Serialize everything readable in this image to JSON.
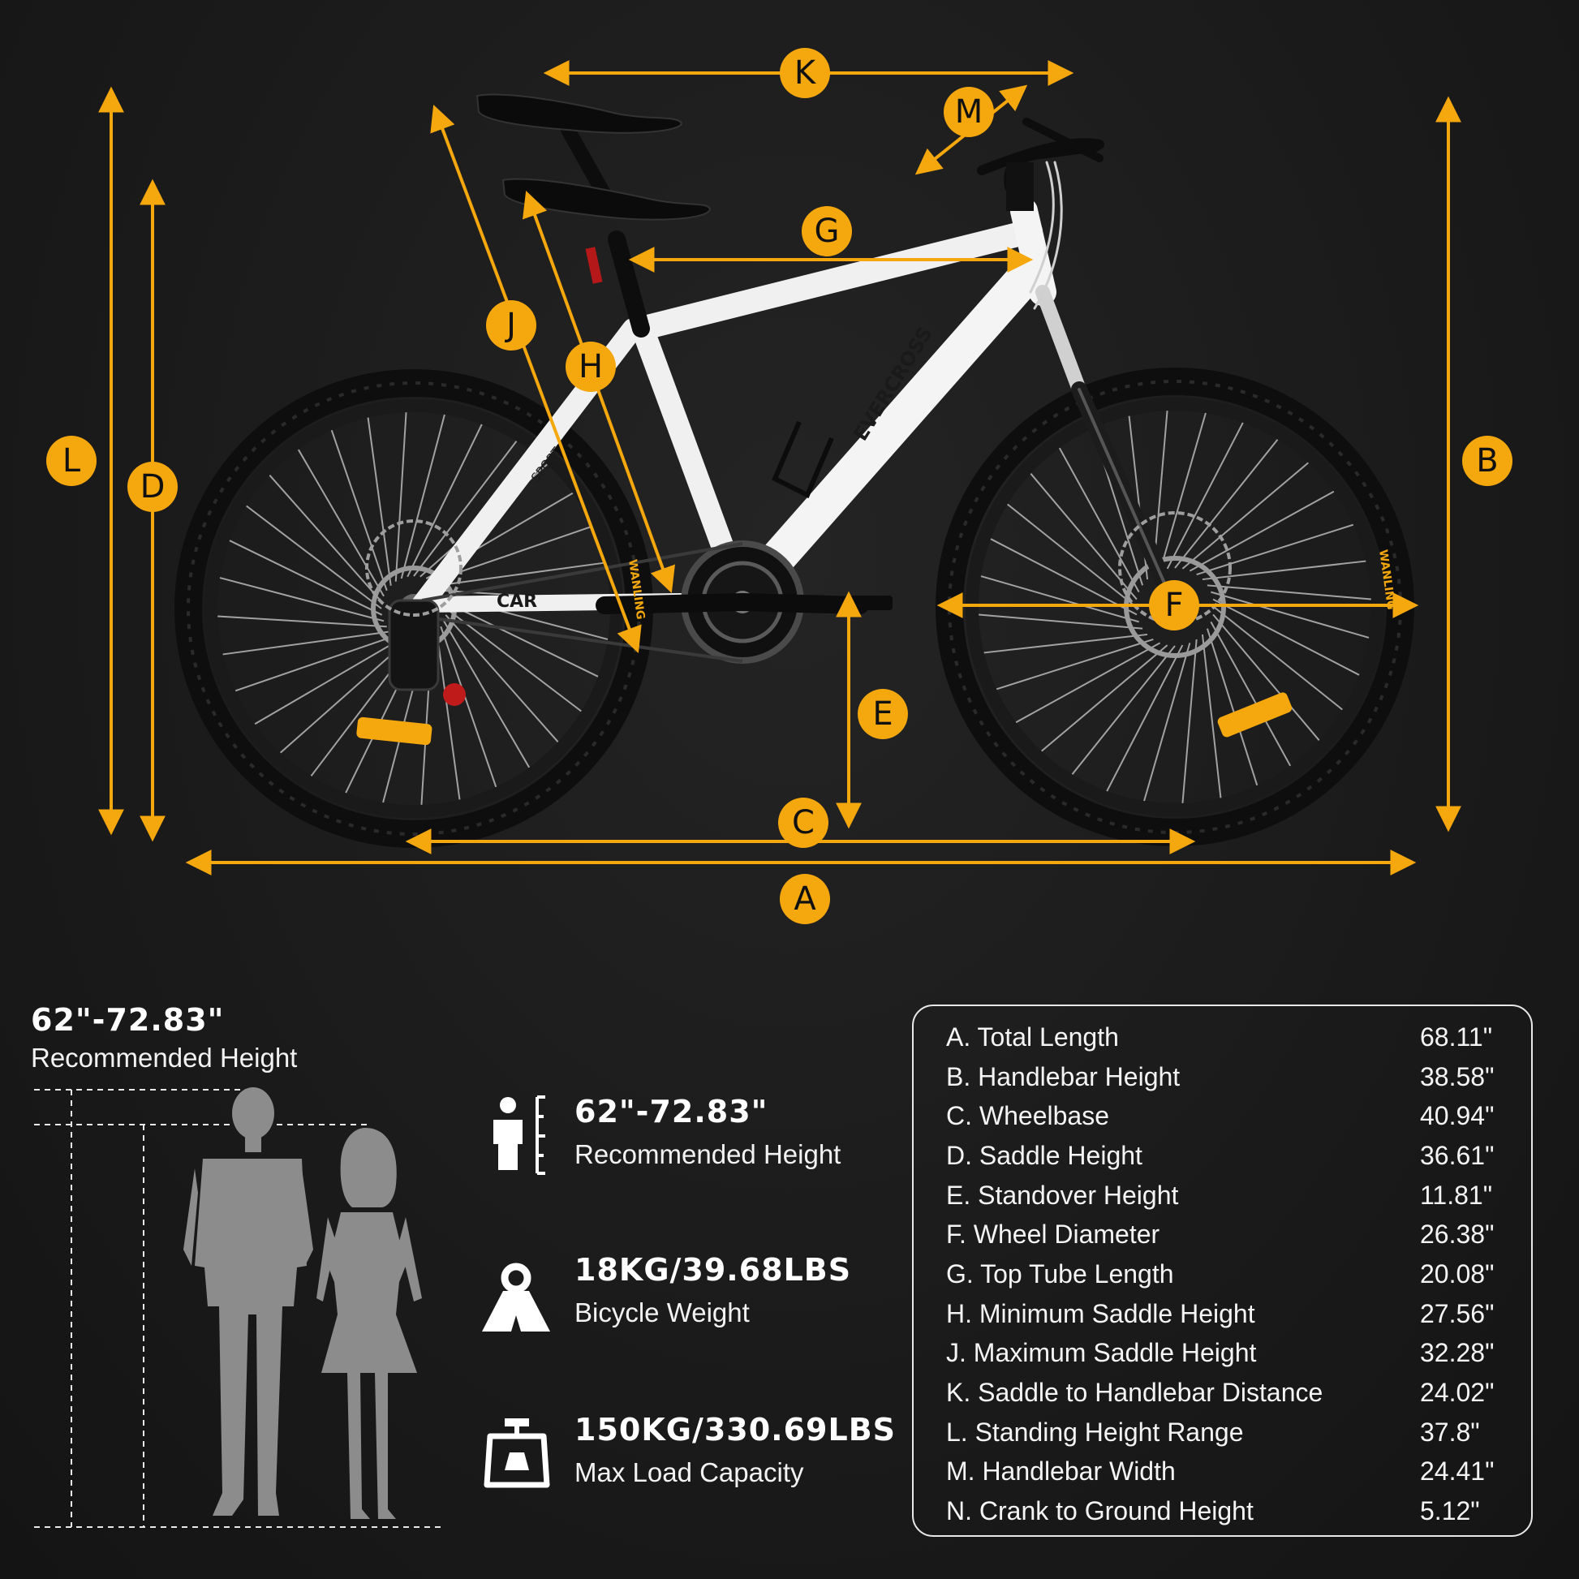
{
  "dimension_labels": [
    "A",
    "B",
    "C",
    "D",
    "E",
    "F",
    "G",
    "H",
    "J",
    "K",
    "L",
    "M"
  ],
  "brand_marks": {
    "frame_brand": "EVERCROSS",
    "frame_model": "SPORT",
    "chainstay_text": "CAR",
    "tire_text": "WANLING"
  },
  "left_panel": {
    "value": "62\"-72.83\"",
    "label": "Recommended Height"
  },
  "stats": [
    {
      "icon": "person-height-icon",
      "value": "62\"-72.83\"",
      "label": "Recommended Height"
    },
    {
      "icon": "weight-icon",
      "value": "18KG/39.68LBS",
      "label": "Bicycle Weight"
    },
    {
      "icon": "scale-icon",
      "value": "150KG/330.69LBS",
      "label": "Max Load Capacity"
    }
  ],
  "specs": [
    {
      "key": "A. Total Length",
      "value": "68.11\""
    },
    {
      "key": "B. Handlebar Height",
      "value": "38.58\""
    },
    {
      "key": "C. Wheelbase",
      "value": "40.94\""
    },
    {
      "key": "D. Saddle Height",
      "value": "36.61\""
    },
    {
      "key": "E. Standover Height",
      "value": "11.81\""
    },
    {
      "key": "F. Wheel Diameter",
      "value": " 26.38\""
    },
    {
      "key": "G. Top Tube Length",
      "value": "20.08\""
    },
    {
      "key": "H. Minimum Saddle Height",
      "value": "27.56\""
    },
    {
      "key": "J. Maximum Saddle Height",
      "value": "32.28\""
    },
    {
      "key": "K. Saddle to Handlebar Distance",
      "value": "24.02\""
    },
    {
      "key": "L. Standing Height Range",
      "value": " 37.8\""
    },
    {
      "key": "M. Handlebar Width",
      "value": "24.41\""
    },
    {
      "key": "N. Crank to Ground Height",
      "value": " 5.12\""
    }
  ],
  "colors": {
    "accent": "#F5A70E",
    "frame": "#F4F4F4",
    "tire": "#111111",
    "background": "#1c1c1c"
  }
}
